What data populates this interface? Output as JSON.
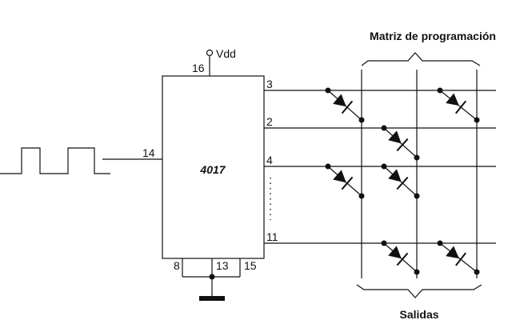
{
  "title": "Matriz de programación",
  "footer": "Salidas",
  "chip": {
    "name": "4017",
    "supply": "Vdd",
    "pins": {
      "vdd": "16",
      "clock": "14",
      "q3": "3",
      "q2": "2",
      "q4": "4",
      "q11": "11",
      "p8": "8",
      "p13": "13",
      "p15": "15"
    }
  },
  "colors": {
    "ink": "#111111",
    "paper": "#ffffff"
  }
}
